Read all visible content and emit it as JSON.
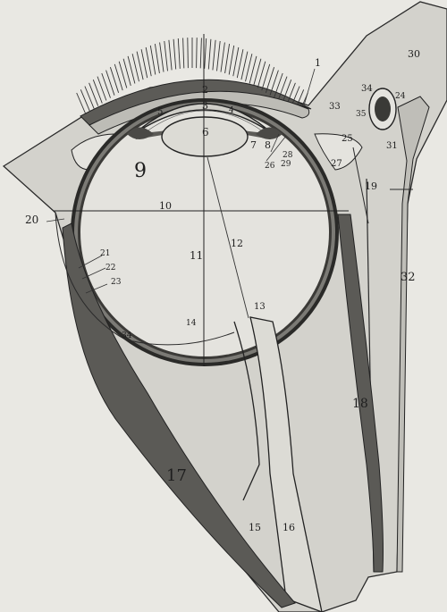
{
  "diagram": {
    "labels": [
      {
        "id": "1",
        "text": "1"
      },
      {
        "id": "2",
        "text": "2"
      },
      {
        "id": "3",
        "text": "3"
      },
      {
        "id": "4",
        "text": "4"
      },
      {
        "id": "5",
        "text": "5"
      },
      {
        "id": "6",
        "text": "6"
      },
      {
        "id": "7",
        "text": "7"
      },
      {
        "id": "8",
        "text": "8"
      },
      {
        "id": "9",
        "text": "9"
      },
      {
        "id": "10",
        "text": "10"
      },
      {
        "id": "11",
        "text": "11"
      },
      {
        "id": "12",
        "text": "12"
      },
      {
        "id": "13",
        "text": "13"
      },
      {
        "id": "14",
        "text": "14"
      },
      {
        "id": "15",
        "text": "15"
      },
      {
        "id": "16",
        "text": "16"
      },
      {
        "id": "17",
        "text": "17"
      },
      {
        "id": "18",
        "text": "18"
      },
      {
        "id": "19",
        "text": "19"
      },
      {
        "id": "20",
        "text": "20"
      },
      {
        "id": "21",
        "text": "21"
      },
      {
        "id": "22",
        "text": "22"
      },
      {
        "id": "23",
        "text": "23"
      },
      {
        "id": "24",
        "text": "24"
      },
      {
        "id": "25",
        "text": "25"
      },
      {
        "id": "26",
        "text": "26"
      },
      {
        "id": "27",
        "text": "27"
      },
      {
        "id": "28",
        "text": "28"
      },
      {
        "id": "29",
        "text": "29"
      },
      {
        "id": "30",
        "text": "30"
      },
      {
        "id": "31",
        "text": "31"
      },
      {
        "id": "32",
        "text": "32"
      },
      {
        "id": "33",
        "text": "33"
      },
      {
        "id": "34",
        "text": "34"
      },
      {
        "id": "34b",
        "text": "34"
      },
      {
        "id": "35",
        "text": "35"
      }
    ]
  },
  "colors": {
    "background": "#e9e8e3",
    "ink": "#1e1e1e",
    "tissue": "#d2d1cb",
    "muscle": "#5b5a56",
    "globe": "#e4e3de"
  }
}
